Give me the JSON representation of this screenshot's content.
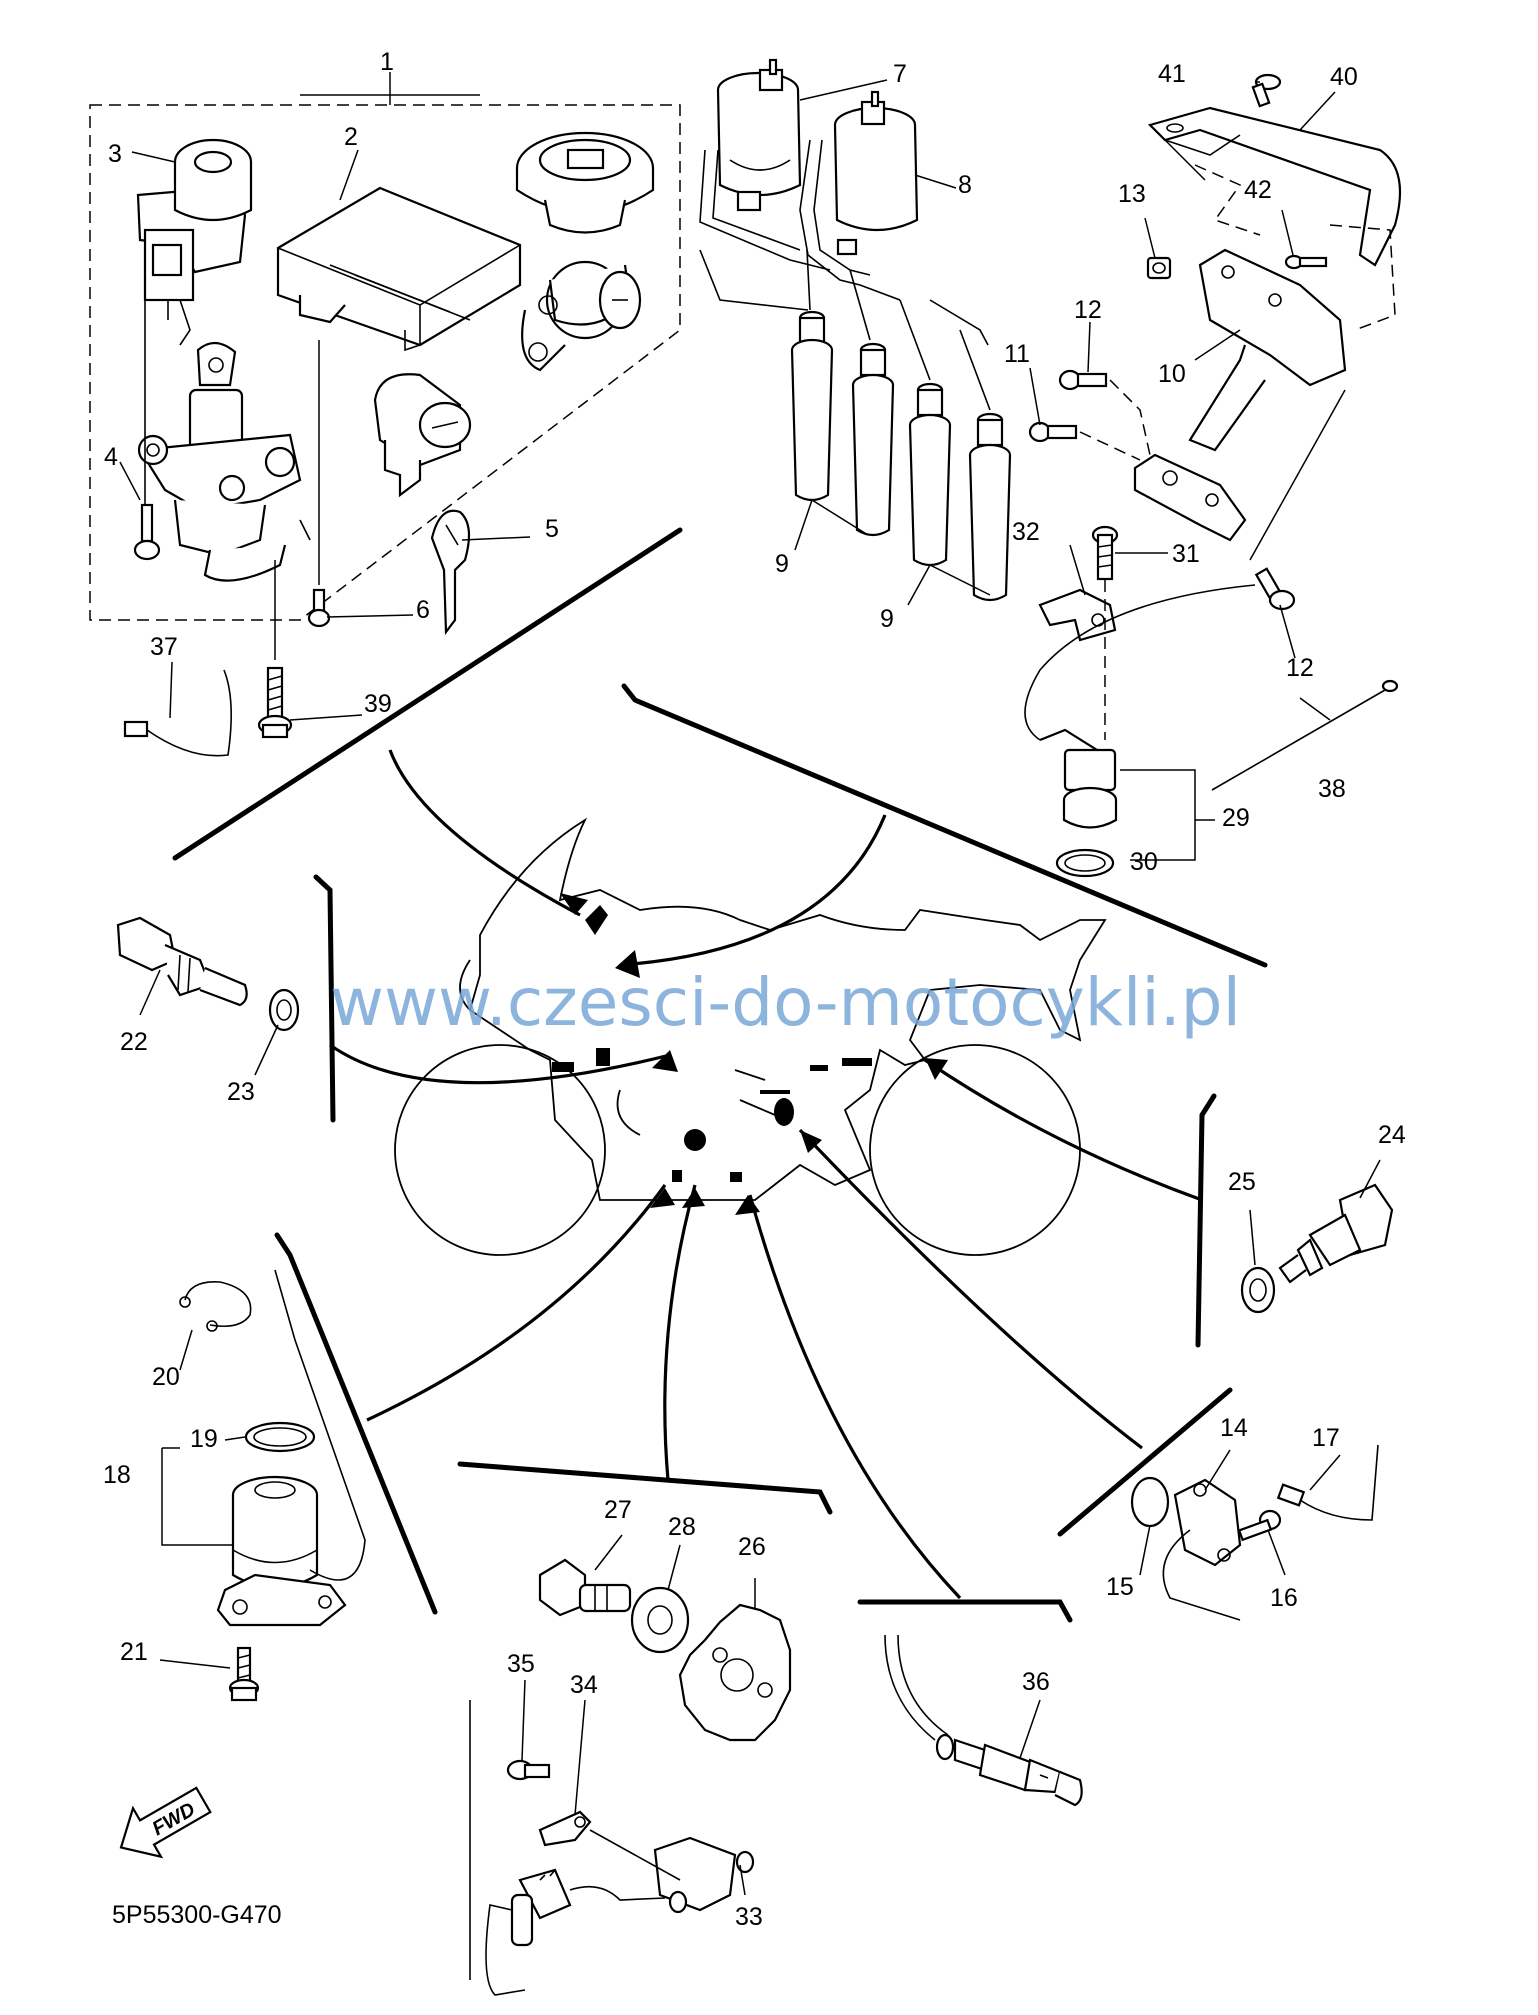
{
  "callouts": [
    {
      "id": "1",
      "label": "1"
    },
    {
      "id": "2",
      "label": "2"
    },
    {
      "id": "3",
      "label": "3"
    },
    {
      "id": "4",
      "label": "4"
    },
    {
      "id": "5",
      "label": "5"
    },
    {
      "id": "6",
      "label": "6"
    },
    {
      "id": "7",
      "label": "7"
    },
    {
      "id": "8",
      "label": "8"
    },
    {
      "id": "9a",
      "label": "9"
    },
    {
      "id": "9b",
      "label": "9"
    },
    {
      "id": "10",
      "label": "10"
    },
    {
      "id": "11",
      "label": "11"
    },
    {
      "id": "12a",
      "label": "12"
    },
    {
      "id": "12b",
      "label": "12"
    },
    {
      "id": "13",
      "label": "13"
    },
    {
      "id": "14",
      "label": "14"
    },
    {
      "id": "15",
      "label": "15"
    },
    {
      "id": "16",
      "label": "16"
    },
    {
      "id": "17",
      "label": "17"
    },
    {
      "id": "18",
      "label": "18"
    },
    {
      "id": "19",
      "label": "19"
    },
    {
      "id": "20",
      "label": "20"
    },
    {
      "id": "21",
      "label": "21"
    },
    {
      "id": "22",
      "label": "22"
    },
    {
      "id": "23",
      "label": "23"
    },
    {
      "id": "24",
      "label": "24"
    },
    {
      "id": "25",
      "label": "25"
    },
    {
      "id": "26",
      "label": "26"
    },
    {
      "id": "27",
      "label": "27"
    },
    {
      "id": "28",
      "label": "28"
    },
    {
      "id": "29",
      "label": "29"
    },
    {
      "id": "30",
      "label": "30"
    },
    {
      "id": "31",
      "label": "31"
    },
    {
      "id": "32",
      "label": "32"
    },
    {
      "id": "33",
      "label": "33"
    },
    {
      "id": "34",
      "label": "34"
    },
    {
      "id": "35",
      "label": "35"
    },
    {
      "id": "36",
      "label": "36"
    },
    {
      "id": "37",
      "label": "37"
    },
    {
      "id": "38",
      "label": "38"
    },
    {
      "id": "39",
      "label": "39"
    },
    {
      "id": "40",
      "label": "40"
    },
    {
      "id": "41",
      "label": "41"
    },
    {
      "id": "42",
      "label": "42"
    }
  ],
  "watermark": "www.czesci-do-motocykli.pl",
  "diagram_code": "5P55300-G470",
  "fwd_label": "FWD"
}
